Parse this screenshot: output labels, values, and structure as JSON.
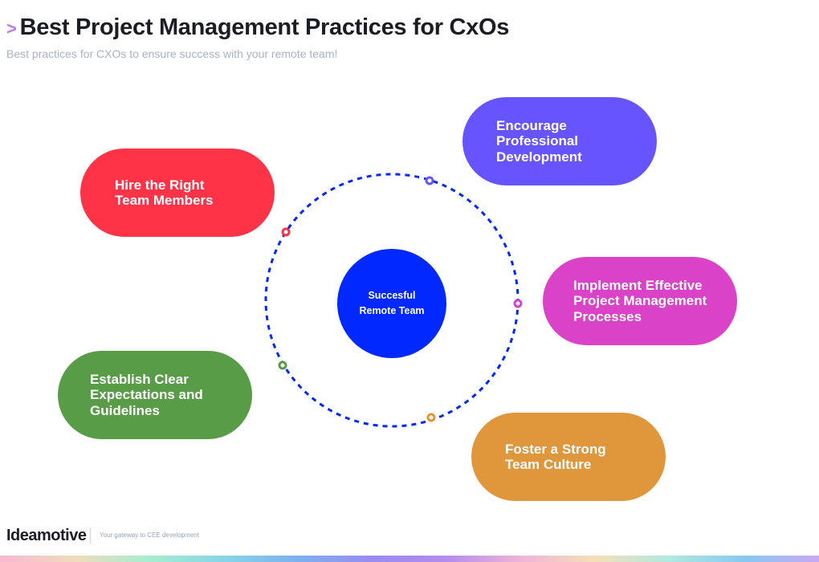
{
  "header": {
    "title": "Best Project Management Practices for CxOs",
    "subtitle": "Best practices for CXOs to ensure success with your remote team!"
  },
  "center": {
    "line1": "Succesful",
    "line2": "Remote Team",
    "color": "#0028FF"
  },
  "items": [
    {
      "lines": [
        "Hire the Right",
        "Team Members"
      ],
      "color": "#FF3347"
    },
    {
      "lines": [
        "Encourage",
        "Professional",
        "Development"
      ],
      "color": "#6655FF"
    },
    {
      "lines": [
        "Implement Effective",
        "Project Management",
        "Processes"
      ],
      "color": "#DA42C8"
    },
    {
      "lines": [
        "Establish Clear",
        "Expectations and",
        "Guidelines"
      ],
      "color": "#599C48"
    },
    {
      "lines": [
        "Foster a Strong",
        "Team Culture"
      ],
      "color": "#E0963A"
    }
  ],
  "footer": {
    "logo": "Ideamotive",
    "tagline": "Your gateway to CEE development"
  }
}
